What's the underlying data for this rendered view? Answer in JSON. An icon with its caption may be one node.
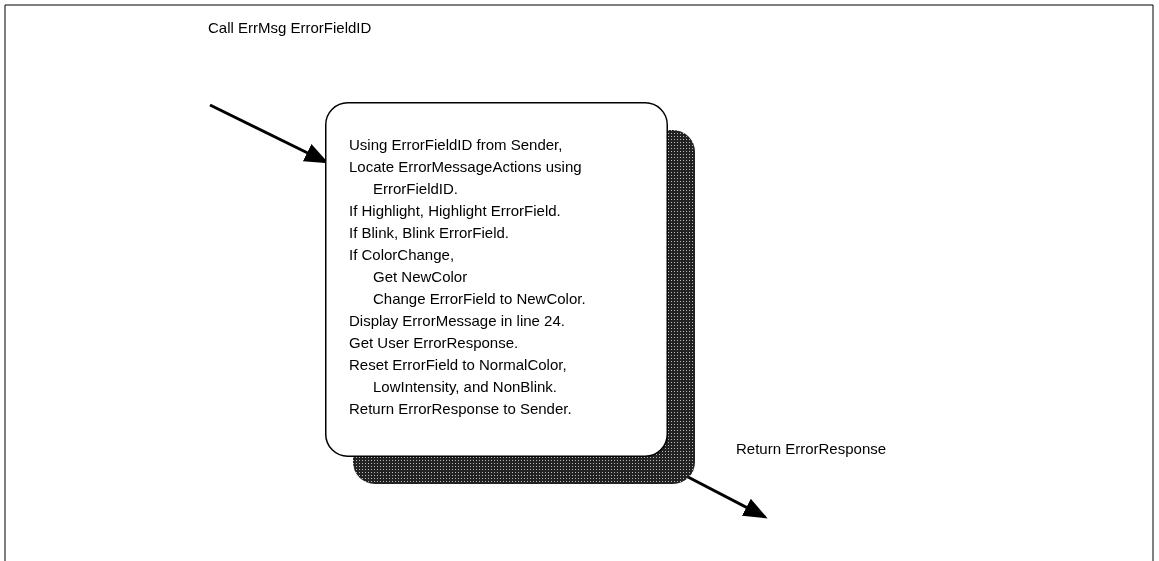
{
  "diagram": {
    "nodes": [
      {
        "text": [
          "Call ErrMsg ErrorFieldID"
        ]
      },
      {
        "text": [
          "Using ErrorFieldID from Sender,",
          "Locate ErrorMessageActions using ErrorFieldID.",
          "If Highlight, Highlight ErrorField.",
          "If Blink, Blink ErrorField.",
          "If ColorChange,",
          "Get NewColor",
          "Change ErrorField to NewColor.",
          "Display ErrorMessage in line 24.",
          "Get User ErrorResponse.",
          "Reset ErrorField to NormalColor, LowIntensity, and NonBlink.",
          "Return ErrorResponse to Sender."
        ]
      },
      {
        "text": [
          "Return ErrorResponse"
        ]
      }
    ],
    "edges": [
      {
        "from": 0,
        "to": 1,
        "arrow": "to"
      },
      {
        "from": 1,
        "to": 2,
        "arrow": "to"
      }
    ]
  }
}
